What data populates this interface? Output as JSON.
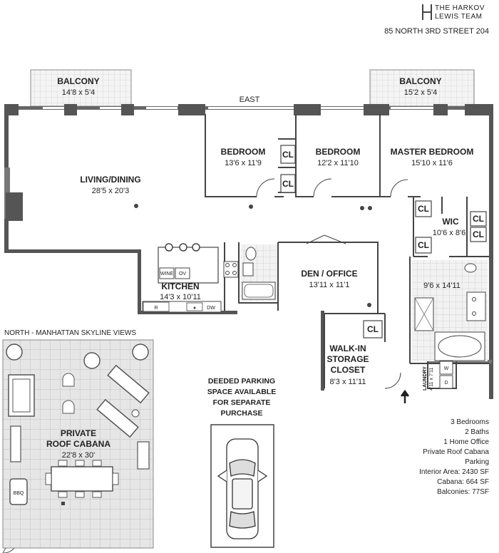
{
  "brand": {
    "line1": "THE HARKOV",
    "line2": "LEWIS TEAM"
  },
  "address": "85 NORTH 3RD STREET 204",
  "compass_east": "EAST",
  "north_views": "NORTH - MANHATTAN SKYLINE VIEWS",
  "parking": {
    "line1": "DEEDED PARKING",
    "line2": "SPACE AVAILABLE",
    "line3": "FOR SEPARATE",
    "line4": "PURCHASE"
  },
  "rooms": {
    "balcony_left": {
      "name": "BALCONY",
      "dims": "14'8 x 5'4"
    },
    "balcony_right": {
      "name": "BALCONY",
      "dims": "15'2 x 5'4"
    },
    "living": {
      "name": "LIVING/DINING",
      "dims": "28'5 x 20'3"
    },
    "bedroom1": {
      "name": "BEDROOM",
      "dims": "13'6 x 11'9"
    },
    "bedroom2": {
      "name": "BEDROOM",
      "dims": "12'2 x 11'10"
    },
    "master": {
      "name": "MASTER BEDROOM",
      "dims": "15'10 x 11'6"
    },
    "wic": {
      "name": "WIC",
      "dims": "10'6 x 8'6"
    },
    "kitchen": {
      "name": "KITCHEN",
      "dims": "14'3 x 10'11"
    },
    "den": {
      "name": "DEN / OFFICE",
      "dims": "13'11 x 11'1"
    },
    "master_bath": {
      "dims": "9'6 x 14'11"
    },
    "storage": {
      "name1": "WALK-IN",
      "name2": "STORAGE",
      "name3": "CLOSET",
      "dims": "8'3 x 11'11"
    },
    "laundry": {
      "name": "LAUNDRY",
      "dims": "4'11 x 7'11"
    },
    "cabana": {
      "name1": "PRIVATE",
      "name2": "ROOF CABANA",
      "dims": "22'8 x 30'"
    }
  },
  "labels": {
    "closet": "CL",
    "wine": "WINE",
    "oven": "OV",
    "fridge": "R",
    "dishwasher": "DW",
    "washer": "W",
    "dryer": "D",
    "bbq": "BBQ"
  },
  "summary": [
    "3 Bedrooms",
    "2 Baths",
    "1 Home Office",
    "Private Roof Cabana",
    "Parking",
    "Interior Area: 2430 SF",
    "Cabana: 664 SF",
    "Balconies: 77SF"
  ],
  "colors": {
    "wall": "#555555",
    "tile": "#d8d8d8",
    "line": "#444444"
  }
}
